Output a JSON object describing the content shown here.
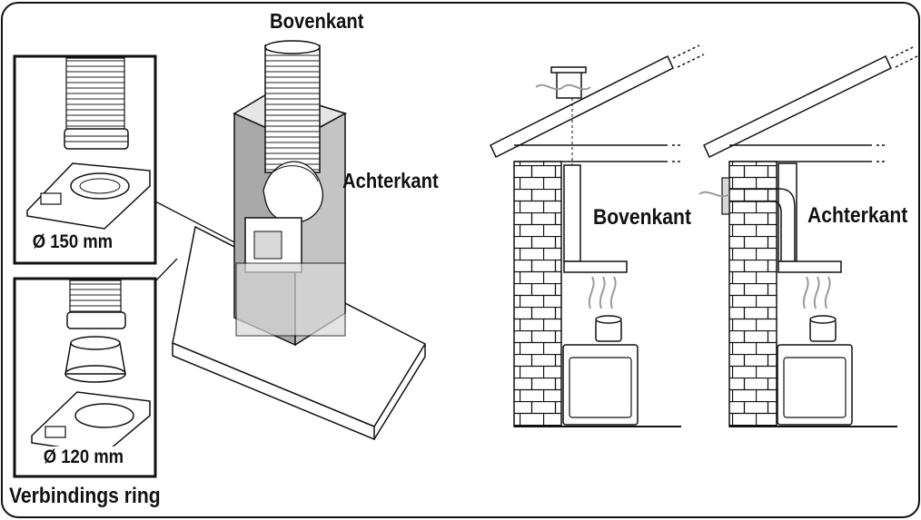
{
  "labels": {
    "top_outlet": "Bovenkant",
    "rear_outlet": "Achterkant",
    "top_outlet_install": "Bovenkant",
    "rear_outlet_install": "Achterkant",
    "diameter_large": "Ø 150 mm",
    "diameter_small": "Ø 120 mm",
    "ring_caption": "Verbindings ring"
  },
  "colors": {
    "line": "#111111",
    "panel_grey": "#a9a9a9",
    "light_grey": "#d9d9d9",
    "steam": "#9a9a9a"
  }
}
